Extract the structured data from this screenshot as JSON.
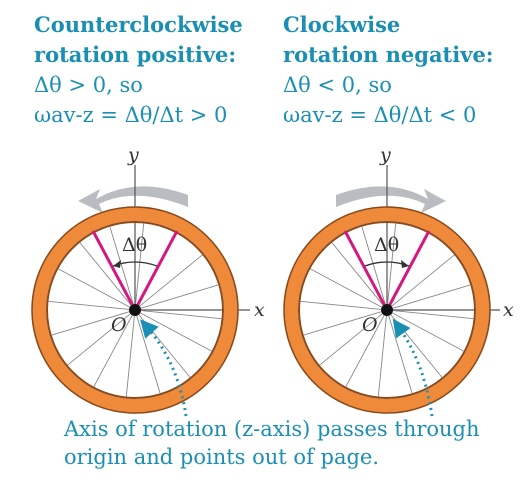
{
  "left": {
    "heading_line1": "Counterclockwise",
    "heading_line2": "rotation positive:",
    "condition": "Δθ > 0, so",
    "omega": "ωav-z = Δθ/Δt > 0",
    "delta_label": "Δθ",
    "origin_label": "O",
    "x_label": "x",
    "y_label": "y"
  },
  "right": {
    "heading_line1": "Clockwise",
    "heading_line2": "rotation negative:",
    "condition": "Δθ < 0, so",
    "omega": "ωav-z = Δθ/Δt < 0",
    "delta_label": "Δθ",
    "origin_label": "O",
    "x_label": "x",
    "y_label": "y"
  },
  "note": "Axis of rotation (z-axis) passes through origin and points out of page.",
  "colors": {
    "text_blue": "#1b8fb3",
    "tire_orange": "#ee8a3a",
    "rim_dark": "#8a4a1c",
    "magenta": "#d4187e",
    "arrow_gray": "#b9bdc2"
  }
}
